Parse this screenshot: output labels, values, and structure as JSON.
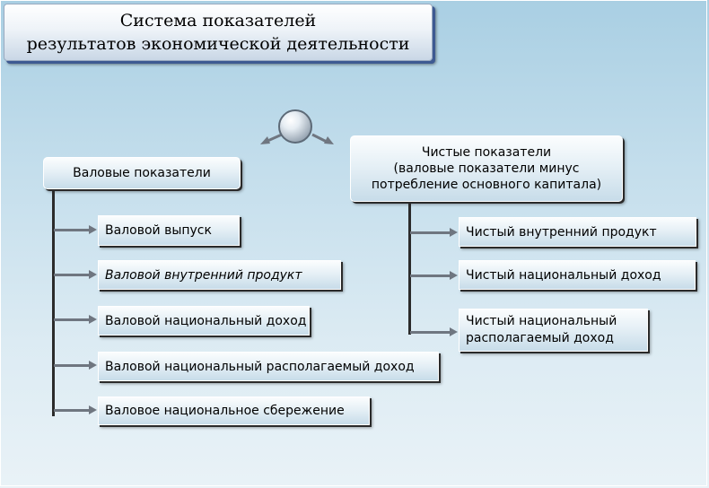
{
  "title": {
    "line1": "Система показателей",
    "line2": "результатов экономической деятельности"
  },
  "gross": {
    "header": "Валовые показатели",
    "items": [
      "Валовой выпуск",
      "Валовой внутренний продукт",
      "Валовой национальный доход",
      "Валовой национальный располагаемый доход",
      "Валовое национальное сбережение"
    ]
  },
  "net": {
    "header_line1": "Чистые показатели",
    "header_line2": "(валовые показатели минус",
    "header_line3": "потребление основного капитала)",
    "items": [
      "Чистый внутренний продукт",
      "Чистый национальный доход"
    ],
    "item3_line1": "Чистый национальный",
    "item3_line2": "располагаемый доход"
  },
  "icons": {
    "center": "sphere-icon",
    "arrows": "double-arrow-icon"
  }
}
